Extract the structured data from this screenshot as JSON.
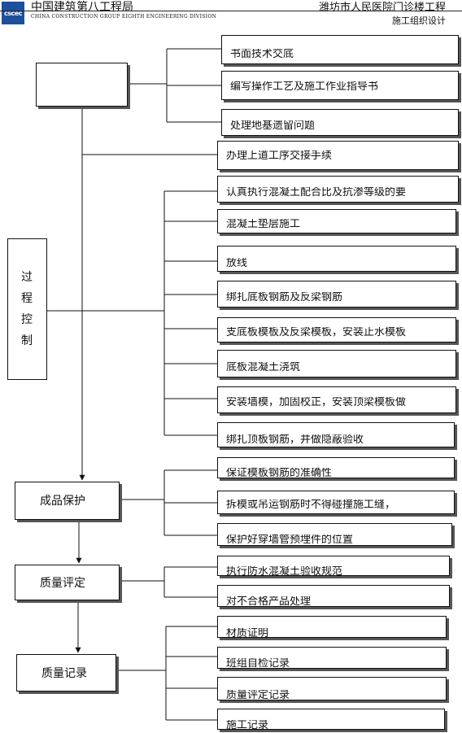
{
  "header": {
    "logo_text": "cscec",
    "company_cn": "中国建筑第八工程局",
    "company_en": "CHINA CONSTRUCTION GROUP EIGHTH ENGINEERING DIVISION",
    "project": "潍坊市人民医院门诊楼工程",
    "document": "施工组织设计"
  },
  "diagram": {
    "top_box_label": "",
    "process_label": "过程控制",
    "process_chars": [
      "过",
      "程",
      "控",
      "制"
    ],
    "product_protection": "成品保护",
    "quality_assessment": "质量评定",
    "quality_record": "质量记录",
    "group_prep": [
      "书面技术交底",
      "编写操作工艺及施工作业指导书",
      "处理地基遗留问题"
    ],
    "handover": "办理上道工序交接手续",
    "group_process": [
      "认真执行混凝土配合比及抗渗等级的要",
      "混凝土垫层施工",
      "放线",
      "绑扎底板钢筋及反梁钢筋",
      "支底板模板及反梁模板，安装止水模板",
      "底板混凝土浇筑",
      "安装墙模，加固校正，安装顶梁模板做",
      "绑扎顶板钢筋，并做隐蔽验收"
    ],
    "group_protection": [
      "保证模板钢筋的准确性",
      "拆模或吊运钢筋时不得碰撞施工缝，",
      "保护好穿墙管预埋件的位置"
    ],
    "group_assessment": [
      "执行防水混凝土验收规范",
      "对不合格产品处理"
    ],
    "group_records": [
      "材质证明",
      "班组自检记录",
      "质量评定记录",
      "施工记录"
    ]
  }
}
